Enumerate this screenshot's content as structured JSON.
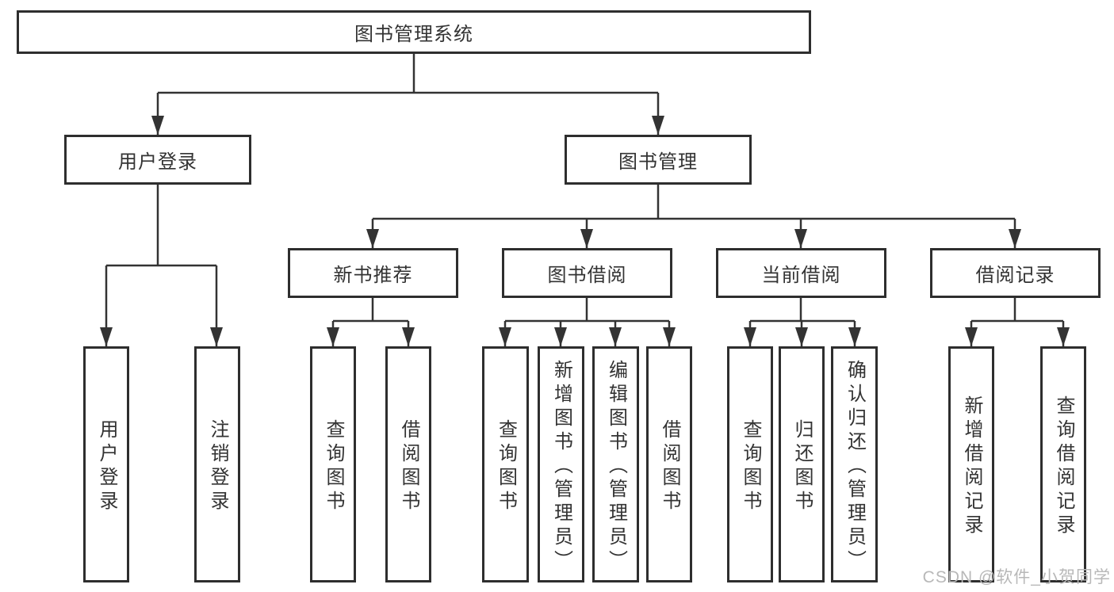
{
  "diagram": {
    "title": "图书管理系统",
    "type": "function-structure-tree",
    "nodes": {
      "root": "图书管理系统",
      "user_login": "用户登录",
      "book_mgmt": "图书管理",
      "ul_user_login": "用户登录",
      "ul_logout": "注销登录",
      "new_book_rec": "新书推荐",
      "book_borrow": "图书借阅",
      "current_borrow": "当前借阅",
      "borrow_record": "借阅记录",
      "nb_query_book": "查询图书",
      "nb_borrow_book": "借阅图书",
      "bb_query_book": "查询图书",
      "bb_add_book": "新增图书（管理员）",
      "bb_edit_book": "编辑图书（管理员）",
      "bb_borrow_book": "借阅图书",
      "cb_query_book": "查询图书",
      "cb_return_book": "归还图书",
      "cb_confirm_return": "确认归还（管理员）",
      "br_add_record": "新增借阅记录",
      "br_query_record": "查询借阅记录"
    },
    "structure": [
      {
        "parent": "root",
        "children": [
          "user_login",
          "book_mgmt"
        ]
      },
      {
        "parent": "user_login",
        "children": [
          "ul_user_login",
          "ul_logout"
        ]
      },
      {
        "parent": "book_mgmt",
        "children": [
          "new_book_rec",
          "book_borrow",
          "current_borrow",
          "borrow_record"
        ]
      },
      {
        "parent": "new_book_rec",
        "children": [
          "nb_query_book",
          "nb_borrow_book"
        ]
      },
      {
        "parent": "book_borrow",
        "children": [
          "bb_query_book",
          "bb_add_book",
          "bb_edit_book",
          "bb_borrow_book"
        ]
      },
      {
        "parent": "current_borrow",
        "children": [
          "cb_query_book",
          "cb_return_book",
          "cb_confirm_return"
        ]
      },
      {
        "parent": "borrow_record",
        "children": [
          "br_add_record",
          "br_query_record"
        ]
      }
    ],
    "colors": {
      "line": "#333333",
      "box_border": "#2e2e2e",
      "box_fill": "#ffffff",
      "text": "#333333",
      "watermark": "#b8b8b8",
      "background": "#ffffff"
    }
  },
  "watermark": {
    "text": "CSDN @软件_小贺同学"
  }
}
